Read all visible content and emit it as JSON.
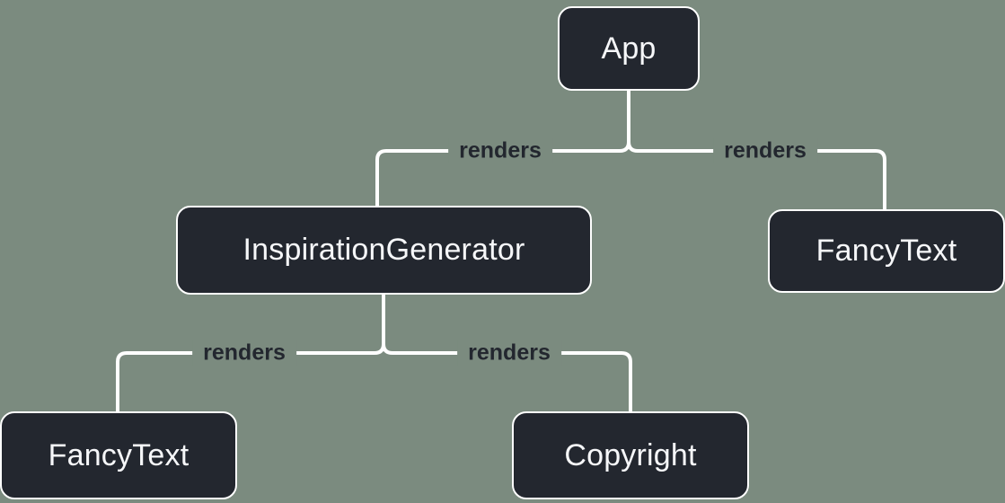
{
  "colors": {
    "background": "#7b8b7f",
    "box_fill": "#23272f",
    "box_border": "#ffffff",
    "box_text": "#f6f7f9",
    "line": "#ffffff",
    "label_text": "#23272f"
  },
  "diagram": {
    "type": "tree",
    "description": "React component render tree",
    "nodes": [
      {
        "id": "app",
        "label": "App"
      },
      {
        "id": "inspiration-generator",
        "label": "InspirationGenerator"
      },
      {
        "id": "fancy-text-top",
        "label": "FancyText"
      },
      {
        "id": "fancy-text-bottom",
        "label": "FancyText"
      },
      {
        "id": "copyright",
        "label": "Copyright"
      }
    ],
    "edges": [
      {
        "from": "App",
        "to": "InspirationGenerator",
        "label": "renders"
      },
      {
        "from": "App",
        "to": "FancyText",
        "label": "renders"
      },
      {
        "from": "InspirationGenerator",
        "to": "FancyText",
        "label": "renders"
      },
      {
        "from": "InspirationGenerator",
        "to": "Copyright",
        "label": "renders"
      }
    ]
  }
}
